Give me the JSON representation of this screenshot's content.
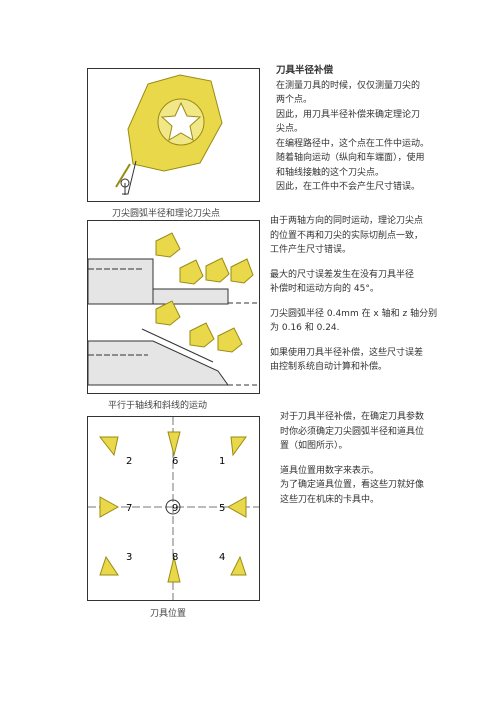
{
  "section1": {
    "title": "刀具半径补偿",
    "lines": [
      "在测量刀具的时候，仅仅测量刀尖的",
      "两个点。",
      "因此，用刀具半径补偿来确定理论刀",
      "尖点。",
      "在编程路径中，这个点在工件中运动。",
      "随着轴向运动（纵向和车端面），使用",
      "和轴线接触的这个刀尖点。",
      "因此，在工件中不会产生尺寸错误。"
    ],
    "figure_caption": "刀尖圆弧半径和理论刀尖点"
  },
  "section2": {
    "para1": [
      "由于两轴方向的同时运动，理论刀尖点",
      "的位置不再和刀尖的实际切削点一致，",
      "工件产生尺寸错误。"
    ],
    "para2": [
      "最大的尺寸误差发生在没有刀具半径",
      "补偿时和运动方向的 45°。"
    ],
    "para3": [
      "刀尖圆弧半径 0.4mm 在 x 轴和 z 轴分别",
      "为 0.16 和 0.24."
    ],
    "para4": [
      "如果使用刀具半径补偿，这些尺寸误差",
      "由控制系统自动计算和补偿。"
    ],
    "figure_caption": "平行于轴线和斜线的运动"
  },
  "section3": {
    "para1": [
      "对于刀具半径补偿，在确定刀具参数",
      "时你必须确定刀尖圆弧半径和道具位",
      "置（如图所示）。"
    ],
    "para2": [
      "道具位置用数字来表示。",
      "为了确定道具位置，看这些刀就好像",
      "这些刀在机床的卡具中。"
    ],
    "figure_caption": "刀具位置",
    "positions": [
      "2",
      "6",
      "1",
      "7",
      "9",
      "5",
      "3",
      "8",
      "4"
    ]
  },
  "colors": {
    "insert": "#e8d84a",
    "insert_dark": "#b5a51d",
    "line": "#333333"
  }
}
